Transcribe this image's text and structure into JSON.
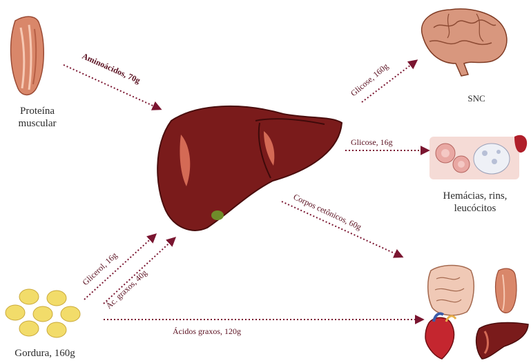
{
  "sources": {
    "muscle": {
      "label_line1": "Proteína",
      "label_line2": "muscular"
    },
    "fat": {
      "label": "Gordura, 160g"
    }
  },
  "targets": {
    "cns": {
      "label": "SNC"
    },
    "blood": {
      "label_line1": "Hemácias, rins,",
      "label_line2": "leucócitos"
    }
  },
  "flows": {
    "amino": "Aminoácidos, 70g",
    "glucose_cns": "Glicose, 160g",
    "glucose_blood": "Glicose, 16g",
    "ketones": "Corpos cetônicos, 60g",
    "glycerol": "Glicerol, 16g",
    "fatty_acids_liver": "Ác. graxos, 40g",
    "fatty_acids_periphery": "Ácidos graxos, 120g"
  },
  "colors": {
    "arrow": "#7a1530",
    "liver": "#7a1b1b",
    "liver_highlight": "#d46a55",
    "muscle": "#d9876a",
    "fat": "#f2dc6a",
    "brain": "#d8977e",
    "intestine": "#f0c9b6"
  }
}
